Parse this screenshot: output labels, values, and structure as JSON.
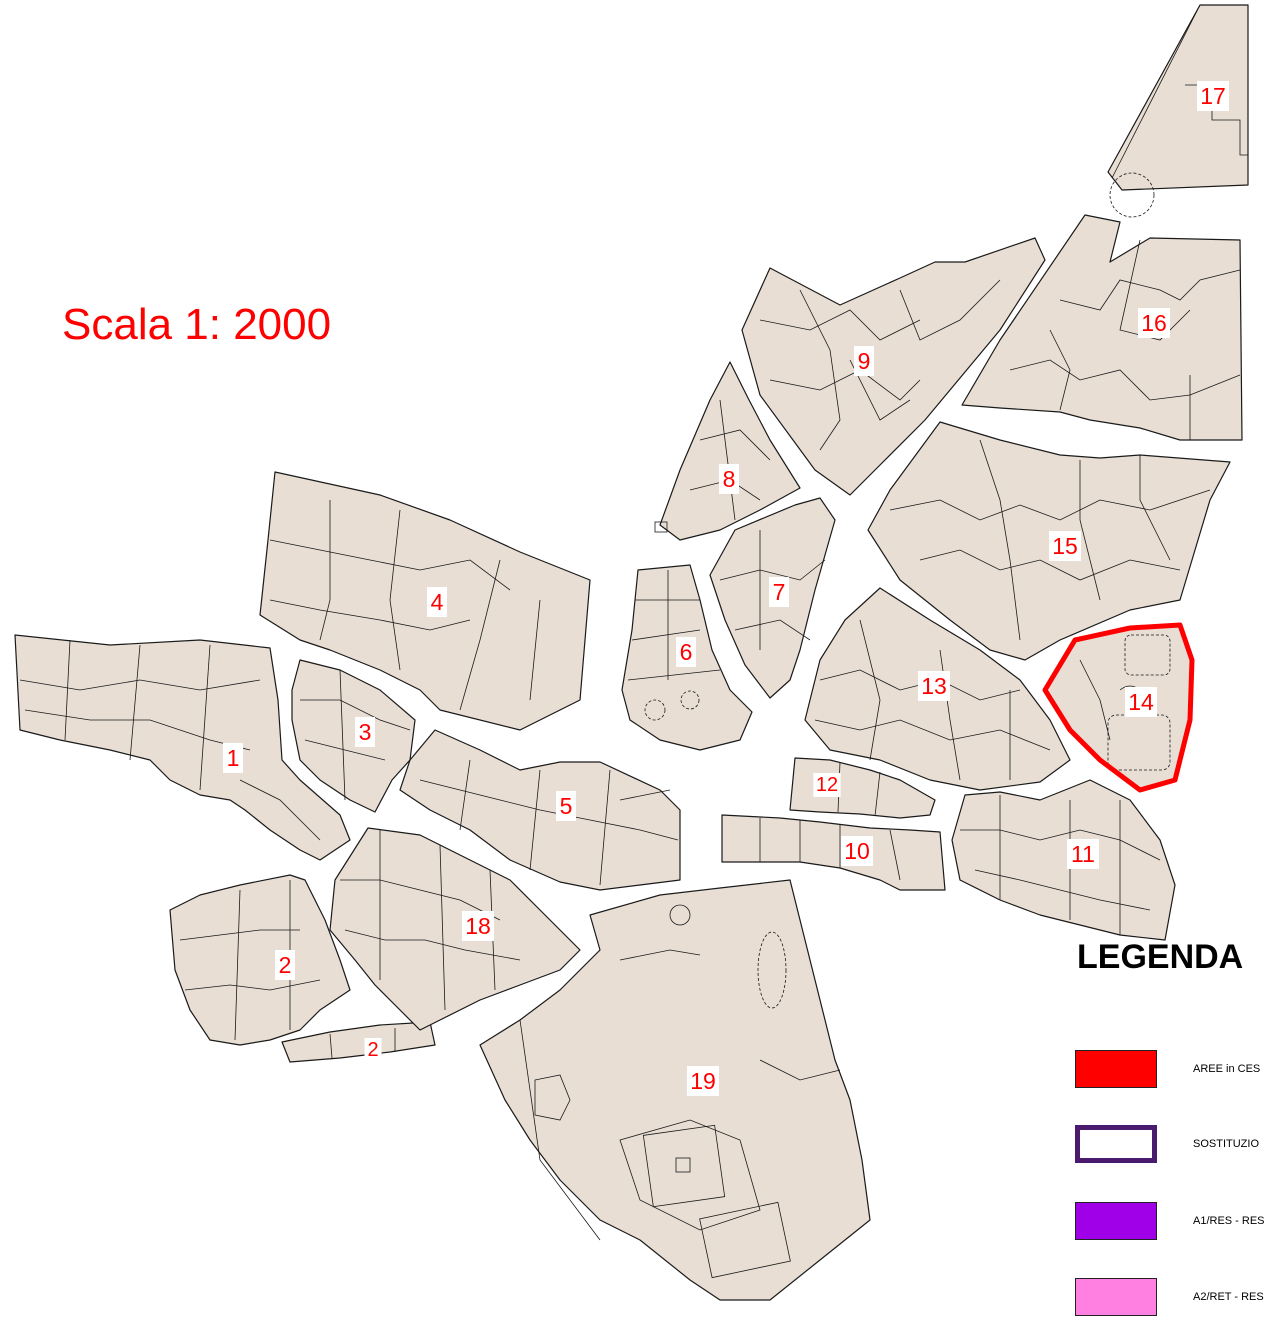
{
  "scale_text": "Scala  1: 2000",
  "legend": {
    "title": "LEGENDA",
    "items": [
      {
        "text": "AREE in CES",
        "fill": "#ff0000",
        "border": "#222222"
      },
      {
        "text": "SOSTITUZIO",
        "fill": "#ffffff",
        "border": "#4a1a6e"
      },
      {
        "text": "A1/RES - RES",
        "fill": "#a000e8",
        "border": "#222222"
      },
      {
        "text": "A2/RET - RES",
        "fill": "#ff80e0",
        "border": "#222222"
      }
    ]
  },
  "blocks": [
    {
      "id": "1"
    },
    {
      "id": "2"
    },
    {
      "id": "2"
    },
    {
      "id": "3"
    },
    {
      "id": "4"
    },
    {
      "id": "5"
    },
    {
      "id": "6"
    },
    {
      "id": "7"
    },
    {
      "id": "8"
    },
    {
      "id": "9"
    },
    {
      "id": "10"
    },
    {
      "id": "11"
    },
    {
      "id": "12"
    },
    {
      "id": "13"
    },
    {
      "id": "14"
    },
    {
      "id": "15"
    },
    {
      "id": "16"
    },
    {
      "id": "17"
    },
    {
      "id": "18"
    },
    {
      "id": "19"
    }
  ],
  "colors": {
    "block_fill": "#e8ded4",
    "highlight": "#ff0000",
    "label": "#ff0000"
  }
}
